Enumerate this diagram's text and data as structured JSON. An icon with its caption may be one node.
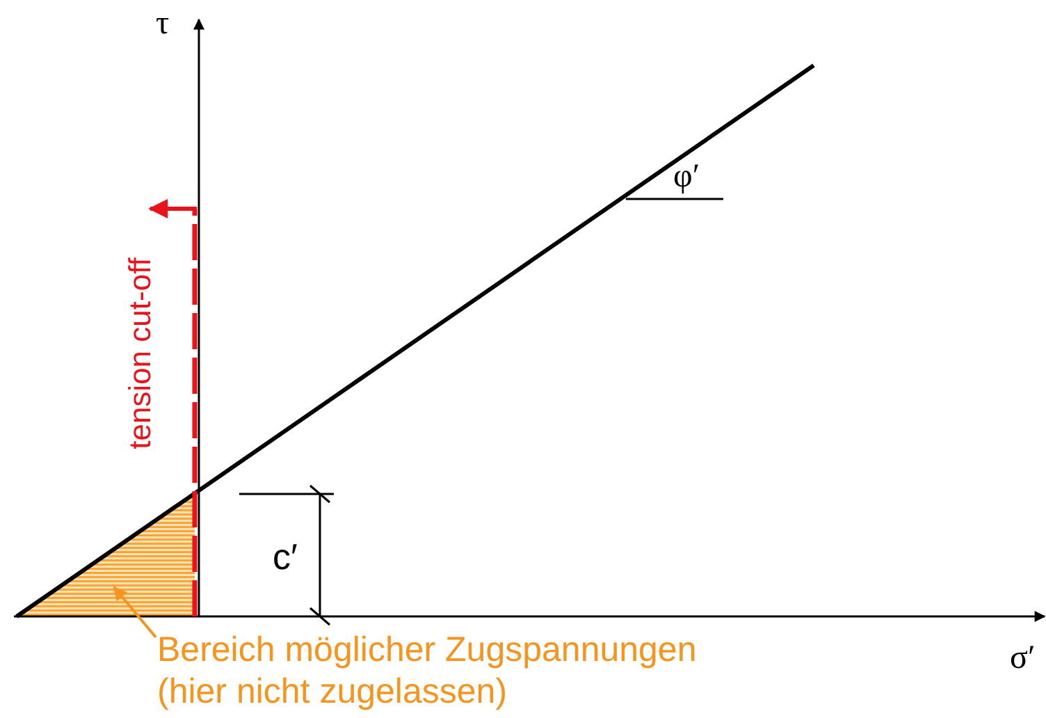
{
  "diagram": {
    "nodes": [
      {
        "text": [
          "Bereich möglicher Zugspannungen (hier nicht zugelassen)"
        ]
      },
      {
        "text": [],
        "shape": "triangle"
      }
    ],
    "edges": [
      {
        "from": 0,
        "to": 1,
        "arrow": "to"
      }
    ],
    "labels": [
      "τ",
      "φ′",
      "tension cut-off",
      "c′",
      "σ′"
    ]
  }
}
